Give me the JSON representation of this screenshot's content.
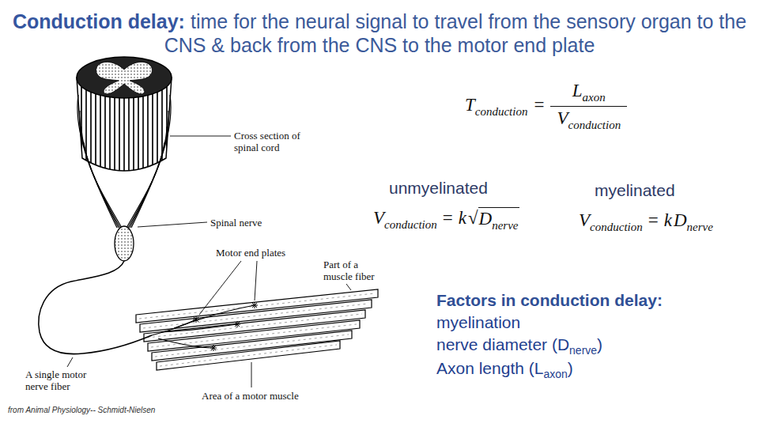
{
  "diagram": {
    "title": "Conduction delay:",
    "labels": [
      "time for the neural signal to travel from the sensory organ to the CNS & back from the CNS to the motor end plate",
      "Cross section of spinal cord",
      "Spinal nerve",
      "Motor end plates",
      "Part of a muscle fiber",
      "A single motor nerve fiber",
      "Area of a motor muscle",
      "from Animal Physiology-- Schmidt-Nielsen",
      "T",
      "conduction",
      "=",
      "L",
      "axon",
      "V",
      "conduction",
      "unmyelinated",
      "myelinated",
      "V",
      "conduction",
      "=",
      "k",
      "√",
      "D",
      "nerve",
      "V",
      "conduction",
      "=",
      "k",
      "D",
      "nerve",
      "Factors in conduction delay:",
      "myelination",
      "nerve diameter (D",
      "nerve",
      ")",
      "Axon length (L",
      "axon",
      ")"
    ]
  }
}
